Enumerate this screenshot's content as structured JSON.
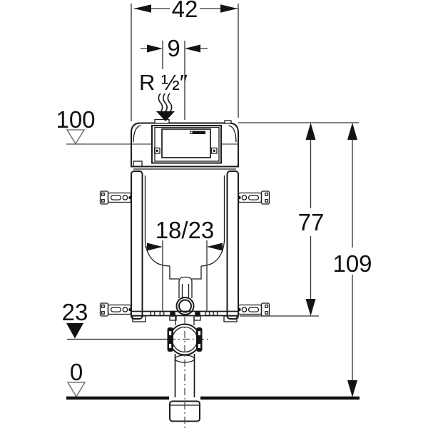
{
  "drawing": {
    "type": "installation technical drawing, concealed cistern mounting frame, front view",
    "colors": {
      "background": "#ffffff",
      "line": "#1c1c1c",
      "reference": "#6a6a6a"
    },
    "labels": {
      "width_top": "42",
      "supply_offset": "9",
      "supply_thread": "R ½″",
      "level_tank_top": "100",
      "frame_height": "77",
      "total_height": "109",
      "flush_pipe_depth": "18/23",
      "outlet_level": "23",
      "floor_level": "0"
    }
  }
}
